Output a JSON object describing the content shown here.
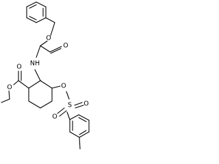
{
  "molecule": {
    "atoms": {
      "o_benzyl_ester": "O",
      "o_carbamate": "O",
      "amine": "NH",
      "o_ethyl_ester": "O",
      "o_carbonyl_ester": "O",
      "o_sulfonate_link": "O",
      "sulfur": "S",
      "o_sulfonyl_left": "O",
      "o_sulfonyl_right": "O"
    }
  }
}
